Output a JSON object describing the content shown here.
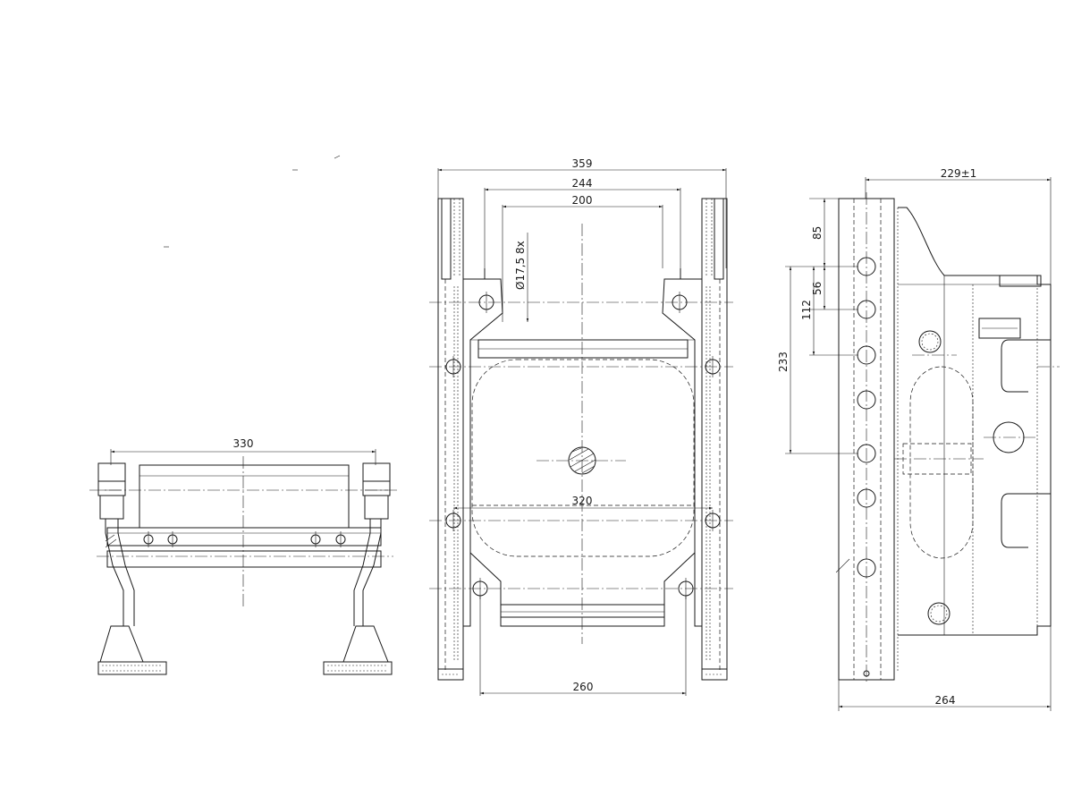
{
  "drawing": {
    "left_view": {
      "dimensions": {
        "width": "330"
      }
    },
    "front_view": {
      "dimensions": {
        "overall_width": "359",
        "inner_width": "244",
        "top_width": "200",
        "hole_callout": "Ø17,5 8x",
        "hole_span": "320",
        "bottom_width": "260"
      }
    },
    "side_view": {
      "dimensions": {
        "depth_top": "229±1",
        "depth_bottom": "264",
        "v_85": "85",
        "v_56": "56",
        "v_112": "112",
        "v_233": "233"
      }
    }
  }
}
